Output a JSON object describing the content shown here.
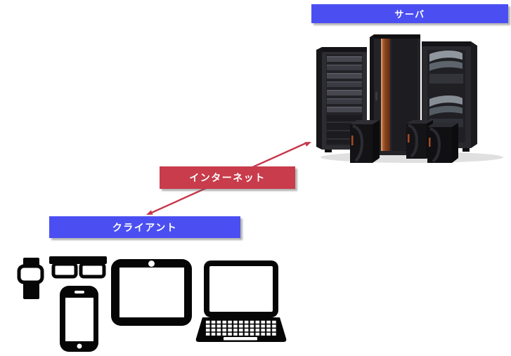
{
  "page": {
    "background": "#ffffff"
  },
  "colors": {
    "label_blue": "#4b4ff2",
    "label_red": "#c83c4b",
    "arrow_red": "#c6374a",
    "device_black": "#060606"
  },
  "labels": {
    "server": "サーバ",
    "internet": "インターネット",
    "client": "クライアント"
  },
  "arrow": {
    "style": "double-headed",
    "from": "client-label",
    "to": "server-racks-image"
  },
  "images": {
    "server_racks": "server-racks-photo",
    "client_devices": [
      "smartwatch-icon",
      "smart-glasses-icon",
      "smartphone-icon",
      "tablet-icon",
      "laptop-icon"
    ]
  }
}
